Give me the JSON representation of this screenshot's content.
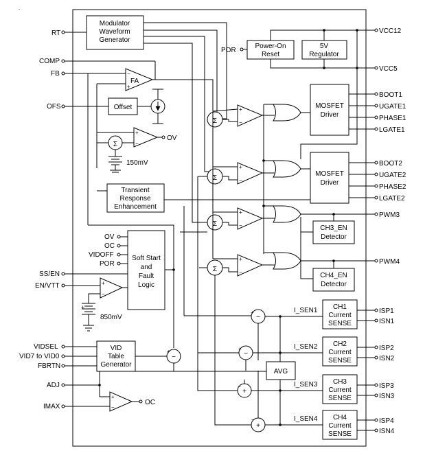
{
  "pins": {
    "left": {
      "rt": "RT",
      "comp": "COMP",
      "fb": "FB",
      "ofs": "OFS",
      "ss_en": "SS/EN",
      "en_vtt": "EN/VTT",
      "vidsel": "VIDSEL",
      "vid7_to_vid0": "VID7 to VID0",
      "fbrtn": "FBRTN",
      "adj": "ADJ",
      "imax": "IMAX"
    },
    "right": {
      "vcc12": "VCC12",
      "vcc5": "VCC5",
      "boot1": "BOOT1",
      "ugate1": "UGATE1",
      "phase1": "PHASE1",
      "lgate1": "LGATE1",
      "boot2": "BOOT2",
      "ugate2": "UGATE2",
      "phase2": "PHASE2",
      "lgate2": "LGATE2",
      "pwm3": "PWM3",
      "pwm4": "PWM4",
      "isp1": "ISP1",
      "isn1": "ISN1",
      "isp2": "ISP2",
      "isn2": "ISN2",
      "isp3": "ISP3",
      "isn3": "ISN3",
      "isp4": "ISP4",
      "isn4": "ISN4"
    },
    "internal": {
      "por": "POR",
      "ov": "OV",
      "oc": "OC"
    }
  },
  "blocks": {
    "modulator": [
      "Modulator",
      "Waveform",
      "Generator"
    ],
    "por_reset": [
      "Power-On",
      "Reset"
    ],
    "regulator_5v": [
      "5V",
      "Regulator"
    ],
    "fa": "FA",
    "offset": "Offset",
    "transient": [
      "Transient",
      "Response",
      "Enhancement"
    ],
    "soft_start": [
      "Soft Start",
      "and",
      "Fault",
      "Logic"
    ],
    "vid_table": [
      "VID",
      "Table",
      "Generator"
    ],
    "mosfet_driver_1": [
      "MOSFET",
      "Driver"
    ],
    "mosfet_driver_2": [
      "MOSFET",
      "Driver"
    ],
    "ch3_en": [
      "CH3_EN",
      "Detector"
    ],
    "ch4_en": [
      "CH4_EN",
      "Detector"
    ],
    "avg": "AVG",
    "cs1": [
      "CH1",
      "Current",
      "SENSE"
    ],
    "cs2": [
      "CH2",
      "Current",
      "SENSE"
    ],
    "cs3": [
      "CH3",
      "Current",
      "SENSE"
    ],
    "cs4": [
      "CH4",
      "Current",
      "SENSE"
    ]
  },
  "soft_start_inputs": [
    "OV",
    "OC",
    "VIDOFF",
    "POR"
  ],
  "labels": {
    "v150": "150mV",
    "v850": "850mV",
    "isen1": "I_SEN1",
    "isen2": "I_SEN2",
    "isen3": "I_SEN3",
    "isen4": "I_SEN4",
    "sigma": "Σ",
    "plus": "+",
    "minus": "−",
    "dot": "."
  }
}
